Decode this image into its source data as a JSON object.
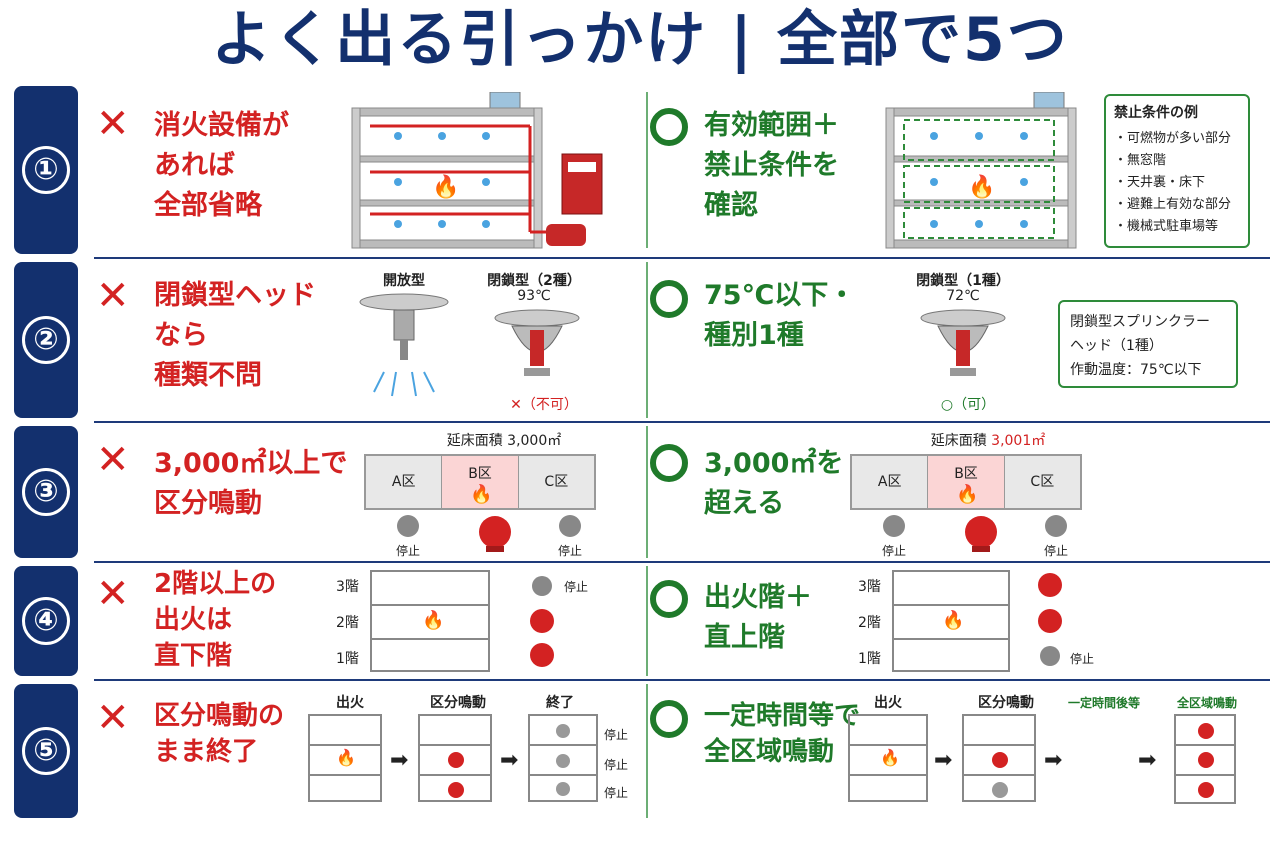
{
  "title": "よく出る引っかけ | 全部で5つ",
  "rows": [
    {
      "num": "①",
      "ng_text": "消火設備が\nあれば\n全部省略",
      "ok_text": "有効範囲＋\n禁止条件を\n確認",
      "note_title": "禁止条件の例",
      "note_items": [
        "・可燃物が多い部分",
        "・無窓階",
        "・天井裏・床下",
        "・避難上有効な部分",
        "・機械式駐車場等"
      ]
    },
    {
      "num": "②",
      "ng_text": "閉鎖型ヘッド\nなら\n種類不問",
      "ok_text": "75℃以下・\n種別1種",
      "open_label": "開放型",
      "closed2_label": "閉鎖型（2種）",
      "closed2_temp": "93℃",
      "not_ok": "✕（不可）",
      "closed1_label": "閉鎖型（1種）",
      "closed1_temp": "72℃",
      "ok_mark": "○（可）",
      "note_line1": "閉鎖型スプリンクラー",
      "note_line2": "ヘッド（1種）",
      "note_line3": "作動温度：75℃以下"
    },
    {
      "num": "③",
      "ng_text": "3,000㎡以上で\n区分鳴動",
      "ok_text": "3,000㎡を\n超える",
      "area_label": "延床面積",
      "area_ng": "3,000㎡",
      "area_ok": "3,001㎡",
      "zones": [
        "A区",
        "B区",
        "C区"
      ],
      "stop": "停止"
    },
    {
      "num": "④",
      "ng_text": "2階以上の\n出火は\n直下階",
      "ok_text": "出火階＋\n直上階",
      "floors": [
        "3階",
        "2階",
        "1階"
      ],
      "stop": "停止"
    },
    {
      "num": "⑤",
      "ng_text": "区分鳴動の\nまま終了",
      "ok_text": "一定時間等で\n全区域鳴動",
      "steps_ng": [
        "出火",
        "区分鳴動",
        "終了"
      ],
      "steps_ok": [
        "出火",
        "区分鳴動",
        "一定時間後等",
        "全区域鳴動"
      ],
      "stop": "停止"
    }
  ],
  "colors": {
    "navy": "#13306e",
    "red": "#d32222",
    "green": "#1f7a2a"
  }
}
